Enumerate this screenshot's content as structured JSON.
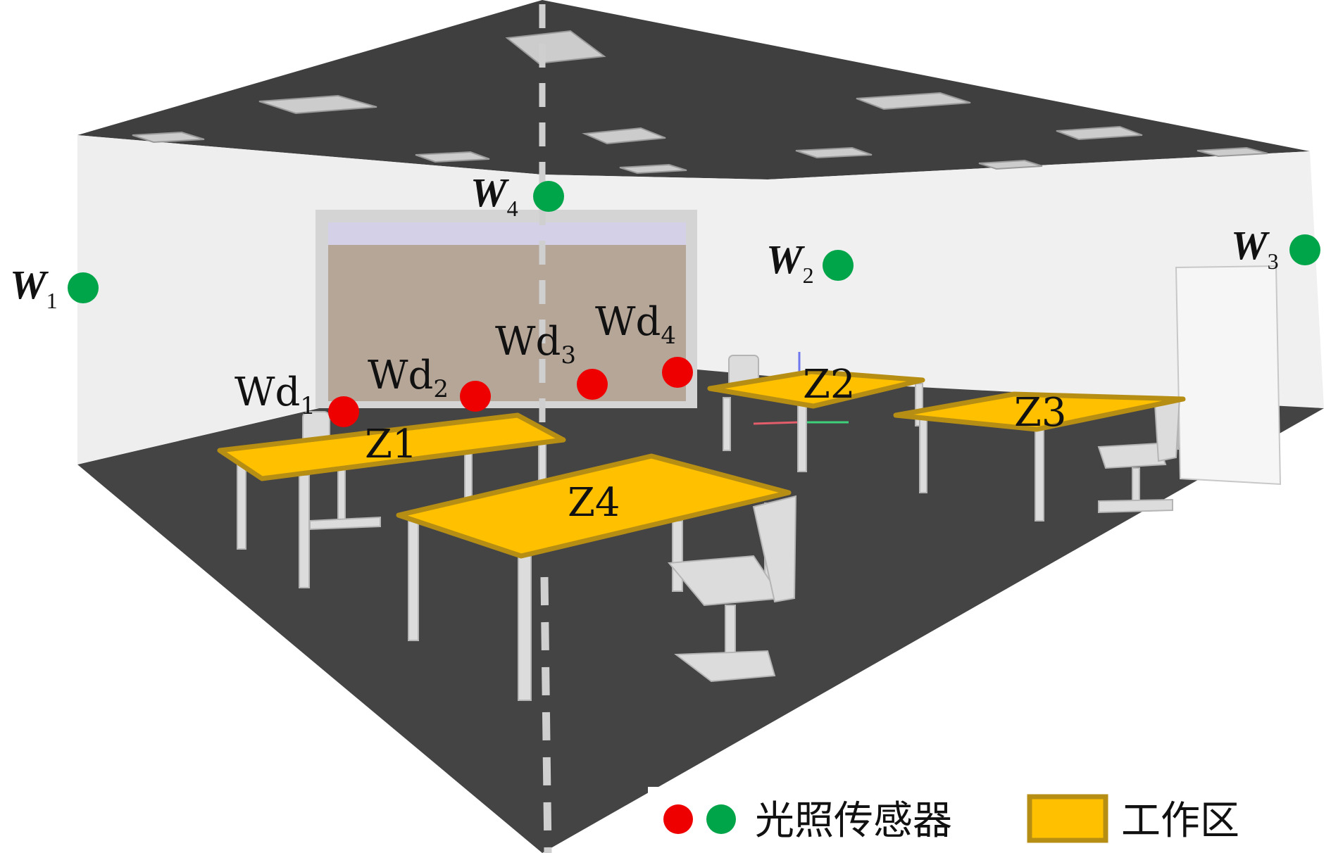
{
  "colors": {
    "ceiling": "#3f3f3f",
    "floor": "#444444",
    "wall": "#eeeeee",
    "wall_right": "#f0f0f0",
    "window_frame": "#d4d4d4",
    "window_sky": "#d3d0e8",
    "window_ground": "#b6a698",
    "zone_fill": "#ffc000",
    "zone_border": "#b78e14",
    "red_sensor": "#ee0000",
    "green_sensor": "#00a54a",
    "furniture": "#dcdcdc",
    "dash": "#cfcfcf"
  },
  "window_sensors": [
    {
      "id": "wd1",
      "base": "Wd",
      "sub": "1",
      "color": "red"
    },
    {
      "id": "wd2",
      "base": "Wd",
      "sub": "2",
      "color": "red"
    },
    {
      "id": "wd3",
      "base": "Wd",
      "sub": "3",
      "color": "red"
    },
    {
      "id": "wd4",
      "base": "Wd",
      "sub": "4",
      "color": "red"
    }
  ],
  "wall_sensors": [
    {
      "id": "w1",
      "base": "W",
      "sub": "1",
      "color": "green"
    },
    {
      "id": "w2",
      "base": "W",
      "sub": "2",
      "color": "green"
    },
    {
      "id": "w3",
      "base": "W",
      "sub": "3",
      "color": "green"
    },
    {
      "id": "w4",
      "base": "W",
      "sub": "4",
      "color": "green"
    }
  ],
  "zones": [
    {
      "id": "z1",
      "label": "Z1"
    },
    {
      "id": "z2",
      "label": "Z2"
    },
    {
      "id": "z3",
      "label": "Z3"
    },
    {
      "id": "z4",
      "label": "Z4"
    }
  ],
  "legend": {
    "sensor_label": "光照传感器",
    "zone_label": "工作区"
  }
}
